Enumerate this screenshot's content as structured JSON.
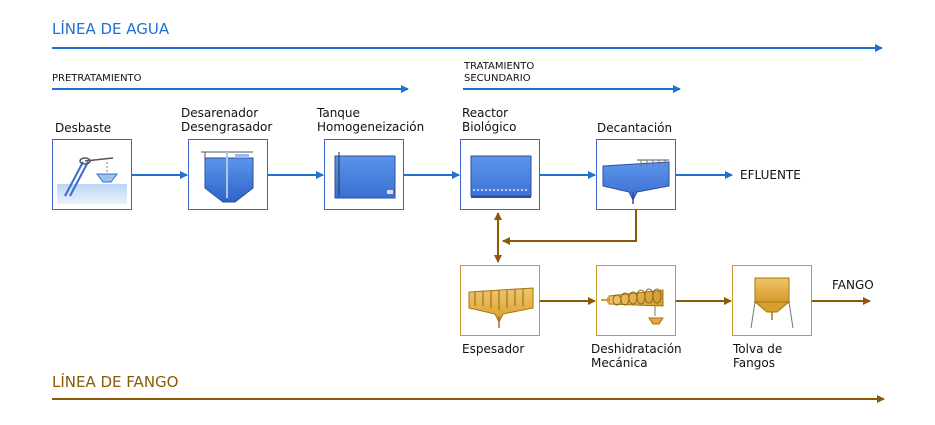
{
  "water_line": {
    "title": "LÍNEA DE AGUA",
    "color": "#1f6fd6"
  },
  "sludge_line": {
    "title": "LÍNEA DE FANGO",
    "color": "#8a5a06"
  },
  "sections": {
    "pretreatment": "PRETRATAMIENTO",
    "secondary": [
      "TRATAMIENTO",
      "SECUNDARIO"
    ]
  },
  "water_stages": [
    {
      "lines": [
        "Desbaste"
      ],
      "icon": "screen-icon"
    },
    {
      "lines": [
        "Desarenador",
        "Desengrasador"
      ],
      "icon": "grit-chamber-icon"
    },
    {
      "lines": [
        "Tanque",
        "Homogeneización"
      ],
      "icon": "equalization-tank-icon"
    },
    {
      "lines": [
        "Reactor",
        "Biológico"
      ],
      "icon": "bioreactor-icon"
    },
    {
      "lines": [
        "Decantación"
      ],
      "icon": "clarifier-icon"
    }
  ],
  "sludge_stages": [
    {
      "lines": [
        "Espesador"
      ],
      "icon": "thickener-icon"
    },
    {
      "lines": [
        "Deshidratación",
        "Mecánica"
      ],
      "icon": "dewatering-icon"
    },
    {
      "lines": [
        "Tolva de",
        "Fangos"
      ],
      "icon": "hopper-icon"
    }
  ],
  "outputs": {
    "effluent": "EFLUENTE",
    "sludge": "FANGO"
  }
}
